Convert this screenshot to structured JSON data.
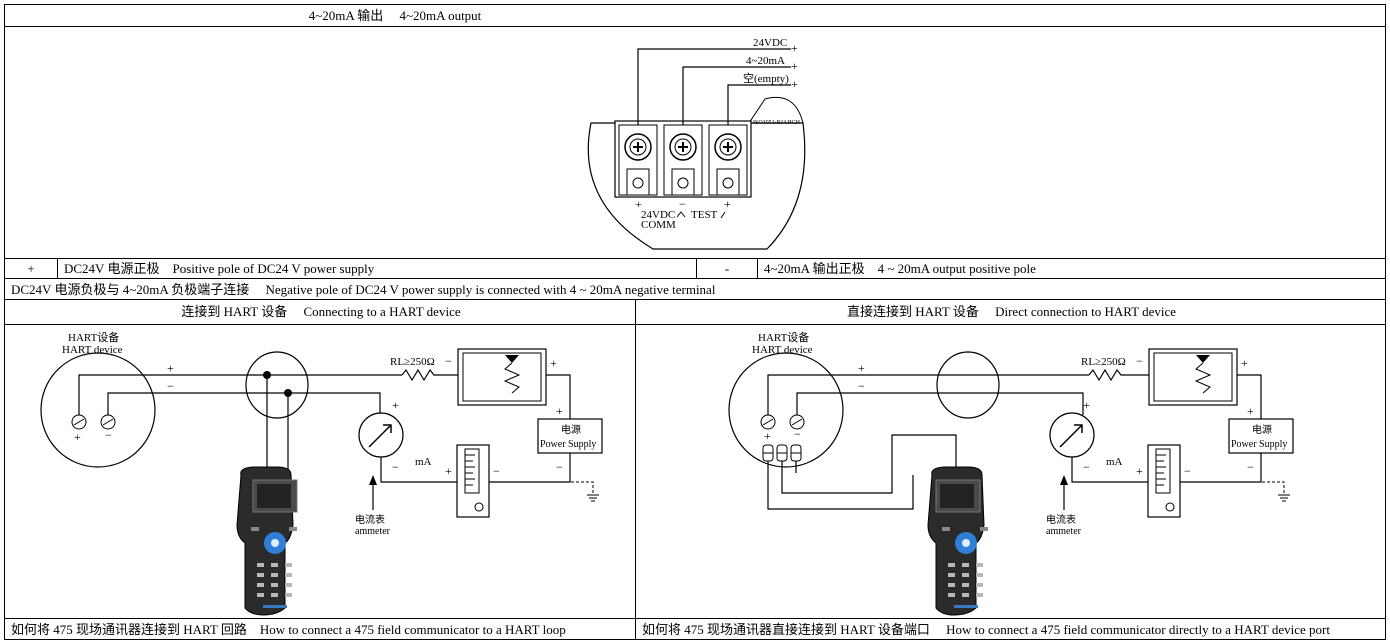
{
  "header": {
    "output_title": "4~20mA 输出　 4~20mA output"
  },
  "terminal_diagram": {
    "wire_labels": {
      "vdc": "24VDC",
      "ma": "4~20mA",
      "empty": "空(empty)"
    },
    "plus_sign": "+",
    "model_label": "ISO3051-BJAHCH",
    "terminal_signs": [
      "+",
      "−",
      "+"
    ],
    "bottom_label_line1": "24VDC",
    "test_label": "TEST",
    "bottom_label_line2": "COMM"
  },
  "legend": {
    "row1": {
      "sign_a": "+",
      "desc_a": "DC24V 电源正极　Positive pole of DC24 V power supply",
      "sign_b": "-",
      "desc_b": "4~20mA 输出正极　4 ~ 20mA output positive pole"
    },
    "row2": {
      "desc": "DC24V 电源负极与 4~20mA 负极端子连接　 Negative pole of DC24 V power supply is connected with 4 ~ 20mA negative terminal"
    }
  },
  "left_panel": {
    "title": "连接到 HART 设备　 Connecting to a HART device",
    "caption": "如何将 475 现场通讯器连接到 HART 回路　How to connect a 475 field communicator to a HART loop"
  },
  "right_panel": {
    "title": "直接连接到 HART 设备　 Direct connection to HART device",
    "caption": "如何将 475 现场通讯器直接连接到 HART 设备端口　 How to connect a 475 field communicator directly to a HART device port"
  },
  "circuit": {
    "device_label_cn": "HART设备",
    "device_label_en": "HART device",
    "resistor_label": "RL≥250Ω",
    "ma_label": "mA",
    "ps_label_cn": "电源",
    "ps_label_en": "Power Supply",
    "ammeter_cn": "电流表",
    "ammeter_en": "ammeter",
    "plus": "+",
    "minus": "−"
  }
}
